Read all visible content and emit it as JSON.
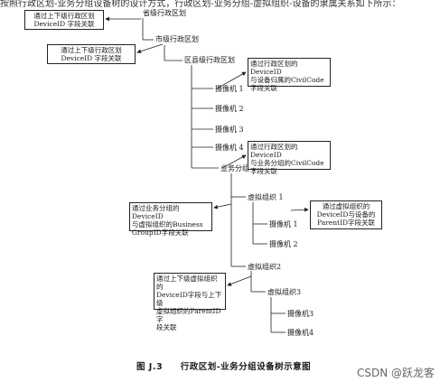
{
  "top_text": "按照行政区划-业务分组设备树的设计方式，行政区划-业务分组-虚拟组织-设备的隶属关系如下所示：",
  "tree": {
    "root": "省级行政区划",
    "city": "市级行政区划",
    "district": "区县级行政区划",
    "cameras_district": [
      "摄像机 1",
      "摄像机 2",
      "摄像机 3",
      "摄像机 4"
    ],
    "business_group": "业务分组 1",
    "virtual_org_1": "虚拟组织 1",
    "cameras_vorg1": [
      "摄像机 1",
      "摄像机 2"
    ],
    "virtual_org_2": "虚拟组织2",
    "virtual_org_3": "虚拟组织3",
    "cameras_vorg3": [
      "摄像机3",
      "摄像机4"
    ]
  },
  "notes": {
    "n1": "通过上下级行政区划\nDeviceID 字段关联",
    "n2": "通过上下级行政区划\nDeviceID 字段关联",
    "n3": "通过行政区划的DeviceID\n与设备归属的CivilCode\n字段关联",
    "n4": "通过行政区划的DeviceID\n与业务分组的CivilCode\n字段关联",
    "n5": "通过业务分组的DeviceID\n与虚拟组织的Business\nGroupID字段关联",
    "n6": "通过虚拟组织的\nDeviceID与设备的\nParentID字段关联",
    "n7": "通过上下级虚拟组织的\nDeviceID字段与上下级\n虚拟组织的ParentID字\n段关联"
  },
  "caption": {
    "figure": "图 J.3",
    "title": "行政区划-业务分组设备树示意图"
  },
  "watermark": "CSDN @跃龙客"
}
